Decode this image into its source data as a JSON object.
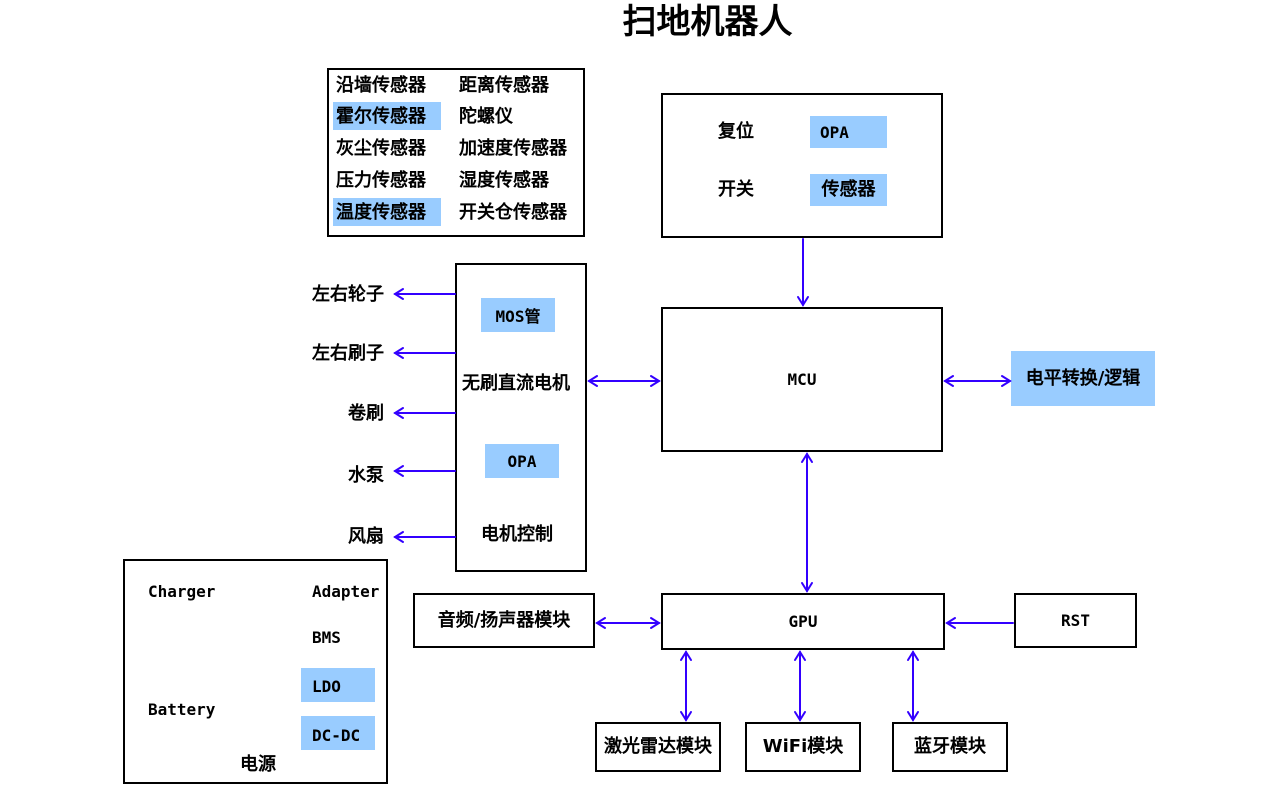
{
  "title": "扫地机器人",
  "sensors": {
    "left": [
      "沿墙传感器",
      "霍尔传感器",
      "灰尘传感器",
      "压力传感器",
      "温度传感器"
    ],
    "right": [
      "距离传感器",
      "陀螺仪",
      "加速度传感器",
      "湿度传感器",
      "开关仓传感器"
    ],
    "highlighted": [
      "霍尔传感器",
      "温度传感器"
    ]
  },
  "reset_box": {
    "reset_label": "复位",
    "reset_tag": "OPA",
    "switch_label": "开关",
    "switch_tag": "传感器"
  },
  "motor_box": {
    "mos_tag": "MOS管",
    "bldc_label": "无刷直流电机",
    "opa_tag": "OPA",
    "control_label": "电机控制"
  },
  "motor_outputs": [
    "左右轮子",
    "左右刷子",
    "卷刷",
    "水泵",
    "风扇"
  ],
  "mcu": {
    "label": "MCU"
  },
  "level_shift": {
    "label": "电平转换/逻辑"
  },
  "gpu": {
    "label": "GPU"
  },
  "audio": {
    "label": "音频/扬声器模块"
  },
  "rst": {
    "label": "RST"
  },
  "peripherals": [
    "激光雷达模块",
    "WiFi模块",
    "蓝牙模块"
  ],
  "power": {
    "charger": "Charger",
    "adapter": "Adapter",
    "bms": "BMS",
    "ldo": "LDO",
    "battery": "Battery",
    "dcdc": "DC-DC",
    "label": "电源"
  },
  "colors": {
    "arrow": "#3300ff",
    "highlight": "#99ccff",
    "border": "#000000"
  }
}
